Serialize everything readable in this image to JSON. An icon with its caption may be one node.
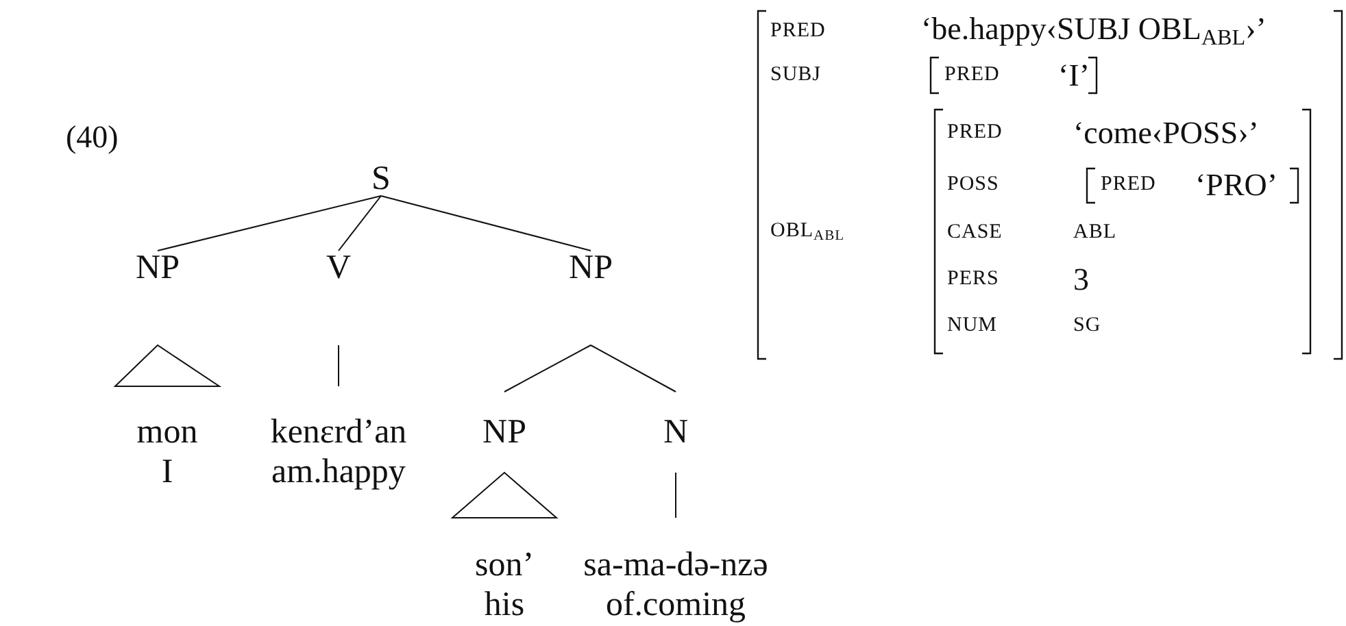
{
  "diagram": {
    "nodes": [
      {
        "text": [
          "S"
        ]
      },
      {
        "text": [
          "NP"
        ]
      },
      {
        "text": [
          "V"
        ]
      },
      {
        "text": [
          "NP"
        ]
      },
      {
        "text": [
          "mon",
          "I"
        ]
      },
      {
        "text": [
          "kenɛrd’an",
          "am.happy"
        ]
      },
      {
        "text": [
          "NP"
        ]
      },
      {
        "text": [
          "N"
        ]
      },
      {
        "text": [
          "son’",
          "his"
        ]
      },
      {
        "text": [
          "sa-ma-də-nzə",
          "of.coming"
        ]
      }
    ],
    "edges": [
      {
        "from": 0,
        "to": 1,
        "arrow": "none"
      },
      {
        "from": 0,
        "to": 2,
        "arrow": "none"
      },
      {
        "from": 0,
        "to": 3,
        "arrow": "none"
      },
      {
        "from": 1,
        "to": 4,
        "arrow": "none"
      },
      {
        "from": 2,
        "to": 5,
        "arrow": "none"
      },
      {
        "from": 3,
        "to": 6,
        "arrow": "none"
      },
      {
        "from": 3,
        "to": 7,
        "arrow": "none"
      },
      {
        "from": 6,
        "to": 8,
        "arrow": "none"
      },
      {
        "from": 7,
        "to": 9,
        "arrow": "none"
      }
    ],
    "labels": [
      "(40)",
      "PRED",
      "‘be.happy‹SUBJ OBL$_{ABL}$›’",
      "SUBJ",
      "PRED",
      "‘I’",
      "OBL$_{ABL}$",
      "PRED",
      "‘come‹POSS›’",
      "POSS",
      "PRED",
      "‘PRO’",
      "CASE",
      "ABL",
      "PERS",
      "3",
      "NUM",
      "SG"
    ]
  }
}
